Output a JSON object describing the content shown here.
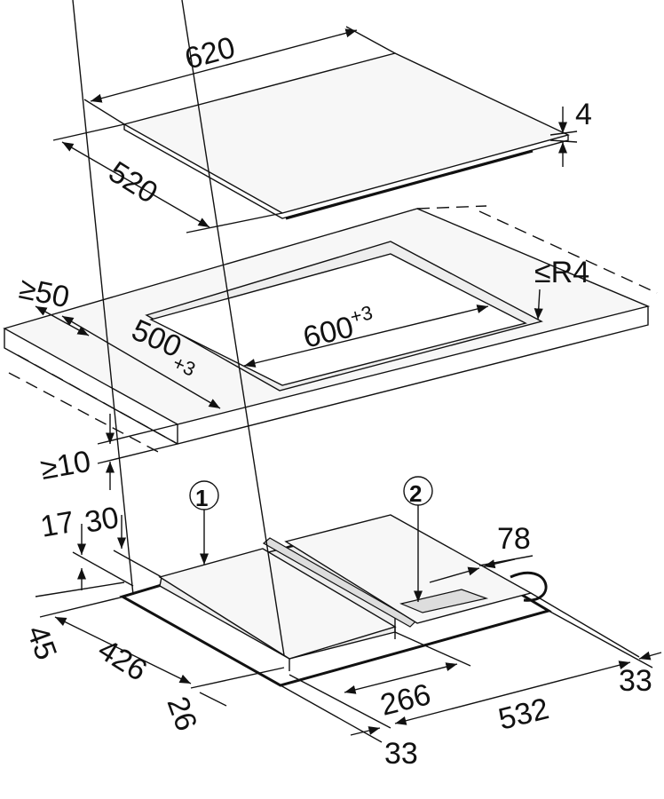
{
  "hob": {
    "width": "620",
    "depth": "520",
    "thickness": "4"
  },
  "cutout": {
    "edge_distance": "≥50",
    "corner_radius": "≤R4",
    "width_base": "600",
    "width_tol": "+3",
    "depth_base": "500",
    "depth_tol": "+3",
    "min_thickness": "≥10"
  },
  "underside": {
    "callout_1": "1",
    "callout_2": "2",
    "dim_17": "17",
    "dim_30": "30",
    "dim_78": "78",
    "dim_45": "45",
    "dim_426": "426",
    "dim_26": "26",
    "dim_266": "266",
    "dim_33_right": "33",
    "dim_532": "532",
    "dim_33_bottom": "33"
  }
}
